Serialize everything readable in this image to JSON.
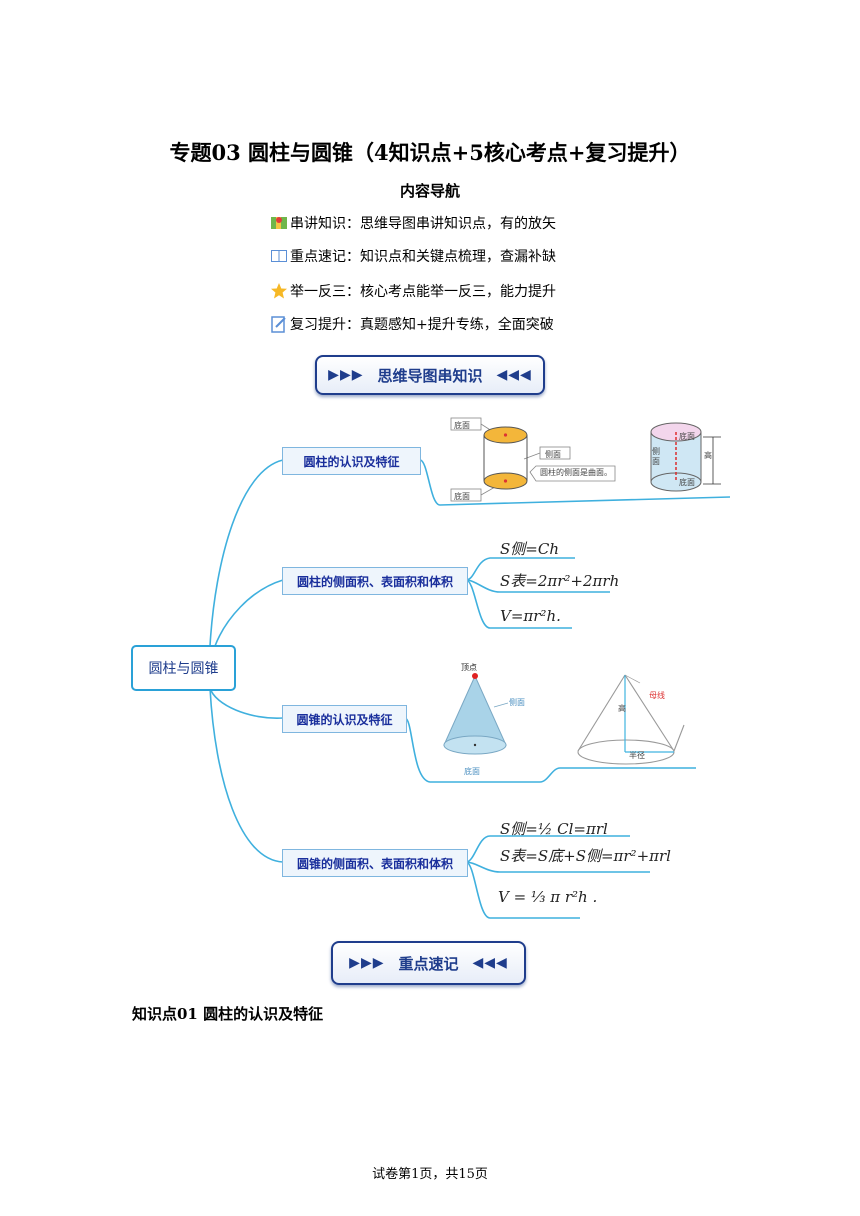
{
  "title": "专题03  圆柱与圆锥（4知识点+5核心考点+复习提升）",
  "nav": {
    "heading": "内容导航",
    "items": [
      {
        "label": "串讲知识：思维导图串讲知识点，有的放矢",
        "icon": "map-icon"
      },
      {
        "label": "重点速记：知识点和关键点梳理，查漏补缺",
        "icon": "book-icon"
      },
      {
        "label": "举一反三：核心考点能举一反三，能力提升",
        "icon": "star-icon"
      },
      {
        "label": "复习提升：真题感知+提升专练，全面突破",
        "icon": "notepad-icon"
      }
    ]
  },
  "banners": {
    "mindmap": {
      "label": "思维导图串知识",
      "arrows_left": "▶▶▶",
      "arrows_right": "◀◀◀"
    },
    "keypoints": {
      "label": "重点速记",
      "arrows_left": "▶▶▶",
      "arrows_right": "◀◀◀"
    }
  },
  "mindmap": {
    "root": "圆柱与圆锥",
    "branches": [
      {
        "label": "圆柱的认识及特征"
      },
      {
        "label": "圆柱的侧面积、表面积和体积",
        "formulas": [
          "S侧=Ch",
          "S表=2πr²+2πrh",
          "V=πr²h."
        ]
      },
      {
        "label": "圆锥的认识及特征"
      },
      {
        "label": "圆锥的侧面积、表面积和体积",
        "formulas": [
          "S侧=½ Cl=πrl",
          "S表=S底+S侧=πr²+πrl",
          "V = ⅓ π r²h ."
        ]
      }
    ],
    "cylinder_labels": {
      "top": "底面",
      "side": "侧面",
      "bottom": "底面",
      "note": "圆柱的侧面是曲面。"
    },
    "cylinder2_labels": {
      "top": "底面",
      "side": "侧面",
      "height": "高",
      "bottom": "底面"
    },
    "cone_labels": {
      "apex": "顶点",
      "side": "侧面",
      "base": "底面"
    },
    "cone2_labels": {
      "slant": "母线",
      "height": "高",
      "radius": "半径"
    }
  },
  "section_heading": "知识点01  圆柱的认识及特征",
  "footer": "试卷第1页，共15页"
}
